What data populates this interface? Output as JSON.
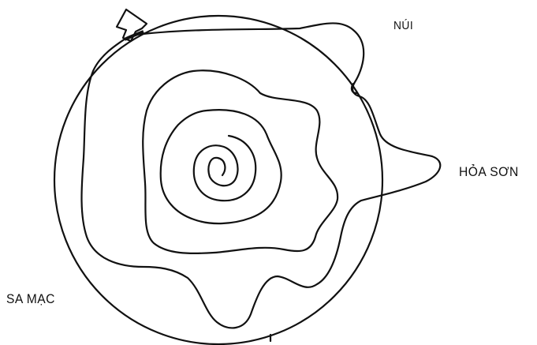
{
  "labels": {
    "mountain": "NÚI",
    "volcano": "HỎA SƠN",
    "desert": "SA MẠC"
  },
  "colors": {
    "ink": "#111111",
    "background": "#ffffff"
  },
  "icons": {
    "start_marker": "up-arrow-icon"
  }
}
